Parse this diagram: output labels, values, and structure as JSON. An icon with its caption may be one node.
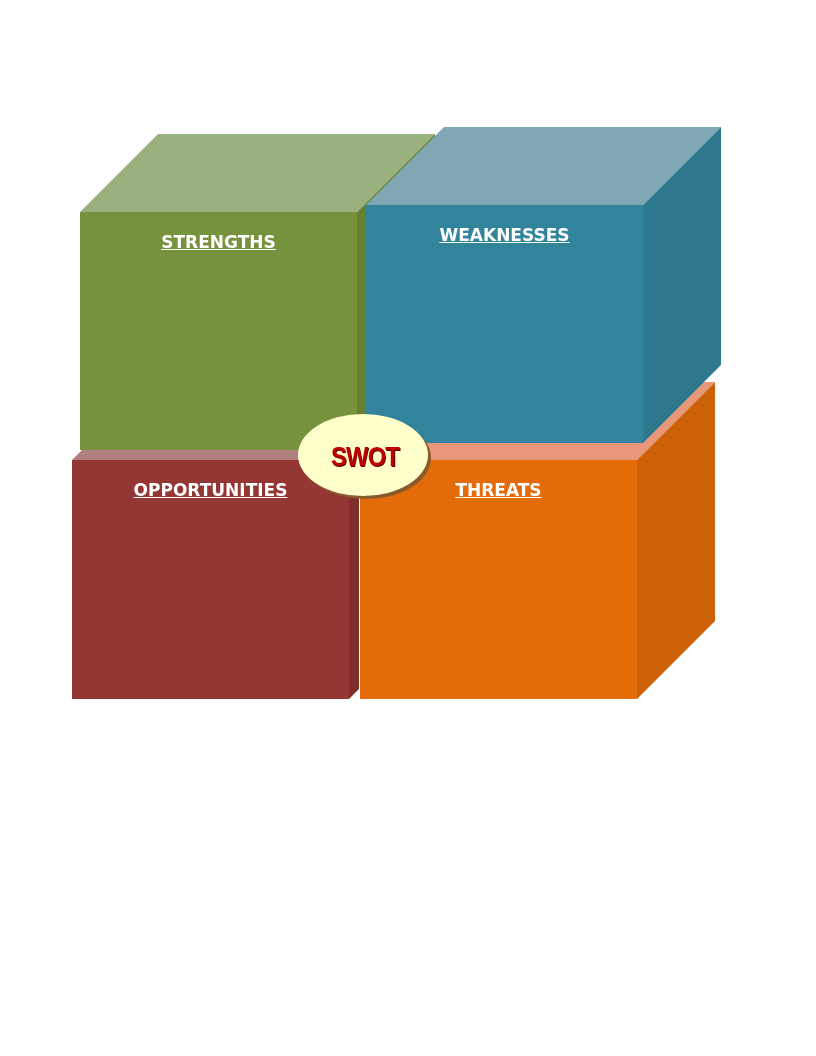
{
  "diagram": {
    "nodes": [
      {
        "text": [
          "STRENGTHS"
        ]
      },
      {
        "text": [
          "WEAKNESSES"
        ]
      },
      {
        "text": [
          "SWOT"
        ]
      },
      {
        "text": [
          "OPPORTUNITIES"
        ]
      },
      {
        "text": [
          "THREATS"
        ]
      }
    ]
  }
}
